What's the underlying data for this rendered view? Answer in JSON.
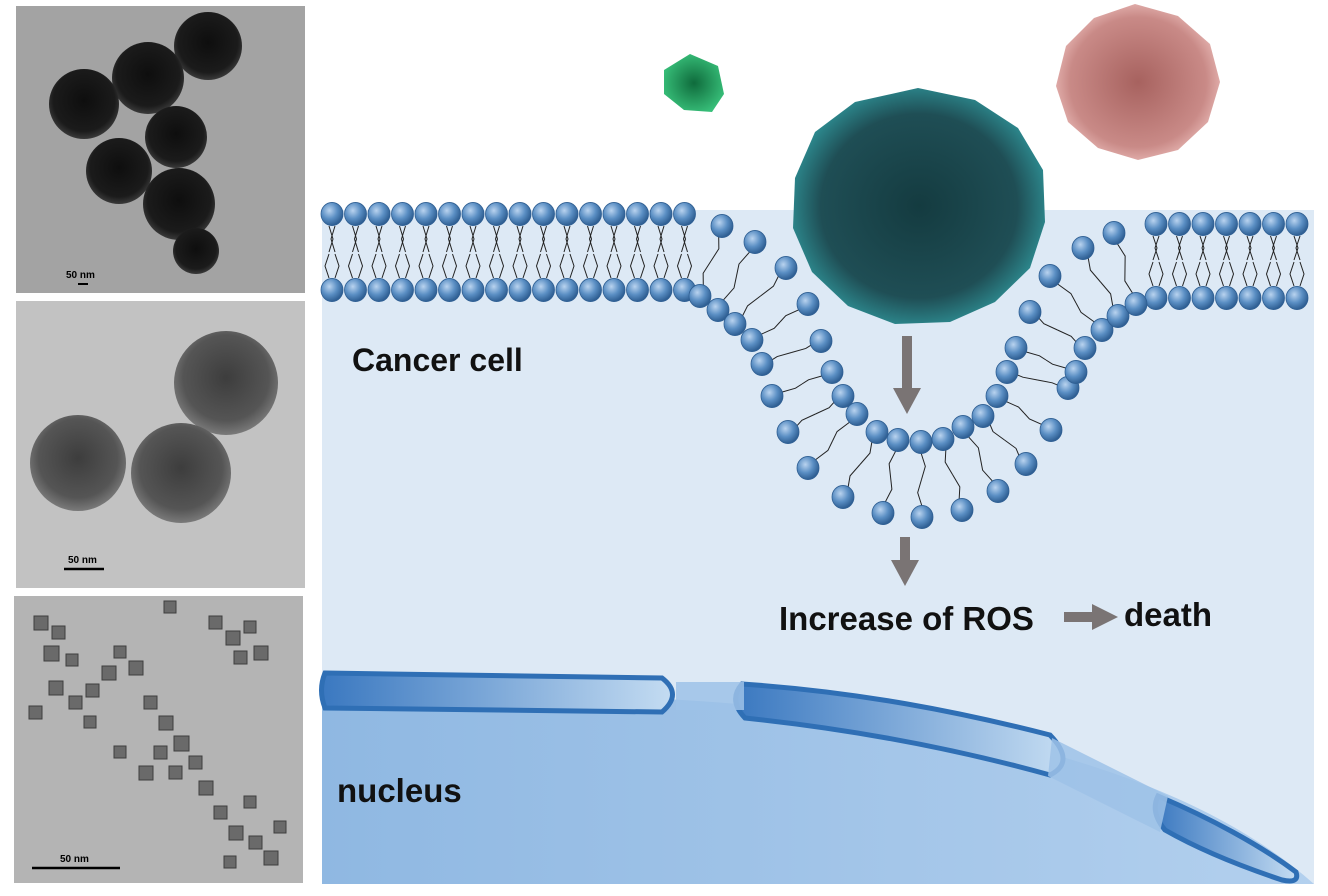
{
  "tem_panels": [
    {
      "scale_label": "50 nm"
    },
    {
      "scale_label": "50 nm"
    },
    {
      "scale_label": "50 nm"
    }
  ],
  "diagram": {
    "cell_label": "Cancer cell",
    "nucleus_label": "nucleus",
    "ros_label": "Increase of ROS",
    "death_label": "death"
  },
  "colors": {
    "cytoplasm": "#dde9f5",
    "nucleus": "#9cc3e6",
    "nuclear_envelope": "#2f6fb5",
    "lipid_head": "#5b8fc4",
    "arrow": "#7a7474",
    "nanoparticle_large": "#1f4e55",
    "nanoparticle_small_green": "#1a9a5a",
    "nanoparticle_pink": "#c98a87"
  }
}
